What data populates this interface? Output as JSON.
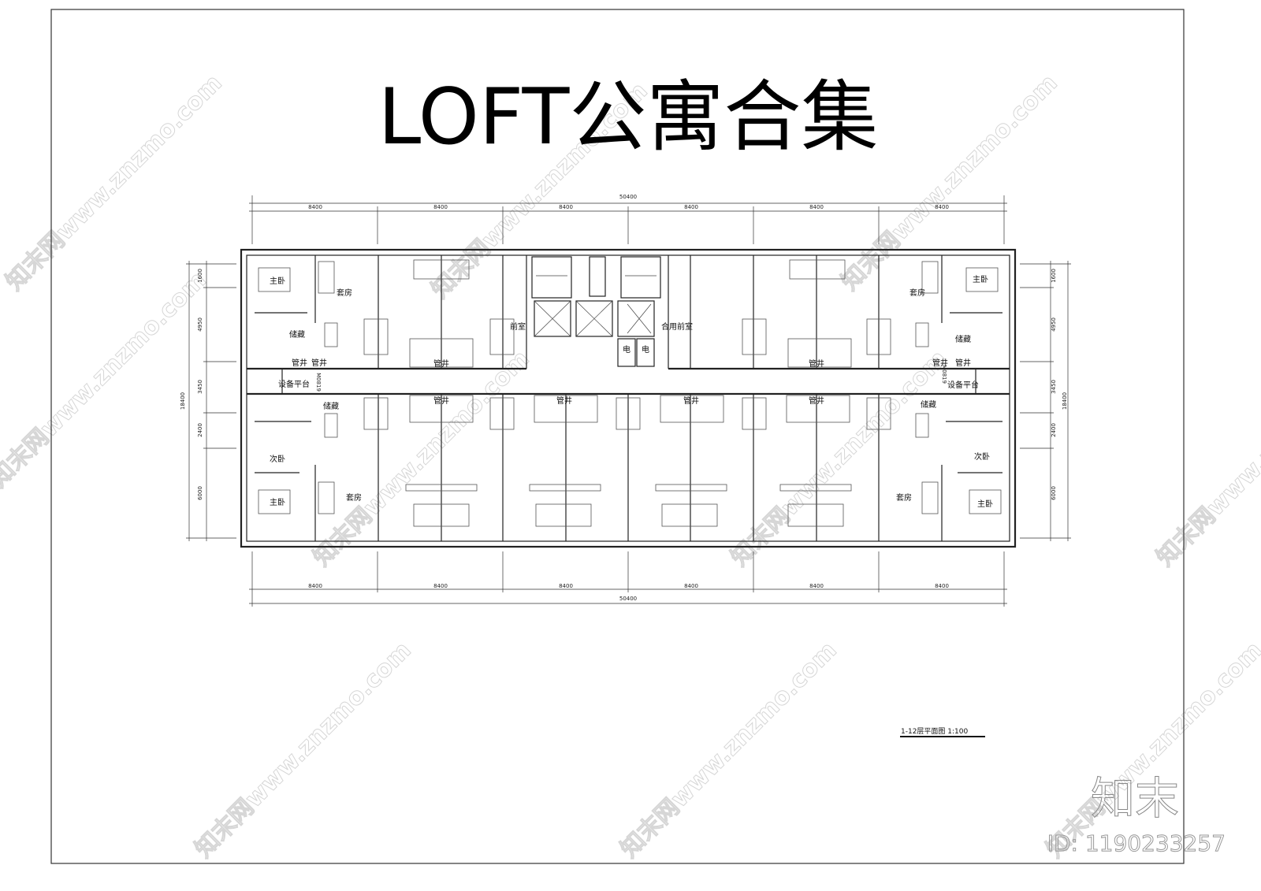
{
  "title": "LOFT公寓合集",
  "dimensions": {
    "overall_width": "50400",
    "bay": "8400",
    "overall_depth": "18400",
    "depth_segments": [
      "1600",
      "4950",
      "3450",
      "2400",
      "6000"
    ]
  },
  "plan": {
    "labels": [
      "主卧",
      "套房",
      "储藏",
      "管井",
      "管井",
      "设备平台",
      "M0819",
      "前室",
      "电",
      "电",
      "合用前室",
      "管井",
      "管井",
      "管井",
      "管井",
      "管井",
      "管井",
      "储藏",
      "次卧",
      "套房",
      "主卧",
      "套房",
      "主卧",
      "储藏",
      "管井",
      "管井",
      "设备平台",
      "M0819",
      "储藏",
      "次卧",
      "套房",
      "主卧"
    ]
  },
  "caption": "1-12层平面图 1:100",
  "watermark": {
    "logo": "知末",
    "id": "ID: 1190233257",
    "site": "知末网www.znzmo.com"
  }
}
